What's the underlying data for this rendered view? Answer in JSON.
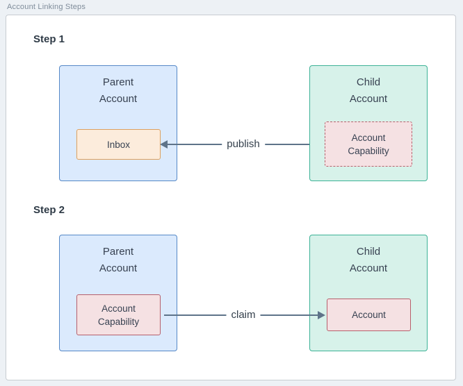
{
  "page": {
    "title": "Account Linking Steps"
  },
  "steps": [
    {
      "label": "Step 1",
      "parent": {
        "title": "Parent\nAccount",
        "inner_node": "Inbox"
      },
      "child": {
        "title": "Child\nAccount",
        "inner_node": "Account\nCapability"
      },
      "arrow": {
        "label": "publish",
        "direction": "right-to-left"
      }
    },
    {
      "label": "Step 2",
      "parent": {
        "title": "Parent\nAccount",
        "inner_node": "Account\nCapability"
      },
      "child": {
        "title": "Child\nAccount",
        "inner_node": "Account"
      },
      "arrow": {
        "label": "claim",
        "direction": "left-to-right"
      }
    }
  ],
  "colors": {
    "page_background": "#edf1f5",
    "panel_background": "#ffffff",
    "panel_border": "#c7ccd1",
    "parent_fill": "#dbeafd",
    "parent_border": "#5588c7",
    "child_fill": "#d7f2ea",
    "child_border": "#3cb296",
    "inbox_fill": "#fcecdc",
    "inbox_border": "#dda05e",
    "capability_fill": "#f5e1e3",
    "capability_border": "#b65f6b",
    "arrow": "#5e7389",
    "step_text": "#2e3a46",
    "cluster_title_text": "#7f8c9a"
  }
}
